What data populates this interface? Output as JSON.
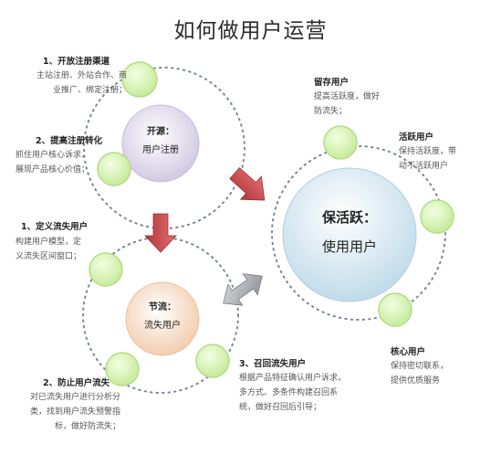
{
  "title": "如何做用户运营",
  "hubs": {
    "acquire": {
      "title": "开源：",
      "subtitle": "用户注册"
    },
    "retain": {
      "title": "保活跃：",
      "subtitle": "使用用户"
    },
    "throttle": {
      "title": "节流：",
      "subtitle": "流失用户"
    }
  },
  "nodes": {
    "open_channels": {
      "title": "1、开放注册渠道",
      "lines": [
        "主站注册、外站合作、商",
        "业推广、绑定注册；"
      ]
    },
    "boost_conversion": {
      "title": "2、提高注册转化",
      "lines": [
        "抓住用户核心诉求，",
        "展现产品核心价值；"
      ]
    },
    "retained_users": {
      "title": "留存用户",
      "lines": [
        "提高活跃度，做好",
        "防流失；"
      ]
    },
    "active_users": {
      "title": "活跃用户",
      "lines": [
        "保持活跃度，带",
        "动不活跃用户"
      ]
    },
    "core_users": {
      "title": "核心用户",
      "lines": [
        "保持密切联系，",
        "提供优质服务"
      ]
    },
    "define_churn": {
      "title": "1、定义流失用户",
      "lines": [
        "构建用户模型，定",
        "义流失区间窗口；"
      ]
    },
    "prevent_churn": {
      "title": "2、防止用户流失",
      "lines": [
        "对已流失用户进行分析分",
        "类，找到用户流失预警指",
        "标，做好防流失；"
      ]
    },
    "recall_churn": {
      "title": "3、召回流失用户",
      "lines": [
        "根据产品特征确认用户诉求，",
        "多方式、多条件构建召回系",
        "统，做好召回后引导；"
      ]
    }
  },
  "colors": {
    "green_fill": "#cdeea3",
    "green_stroke": "#b4dd87",
    "purple_fill": "#d8d0e6",
    "blue_fill": "#cfe3ee",
    "peach_fill": "#f6d8c0",
    "dot": "#7b8795",
    "red_arrow": "#c8474a",
    "gray_arrow": "#9aa0a6"
  }
}
